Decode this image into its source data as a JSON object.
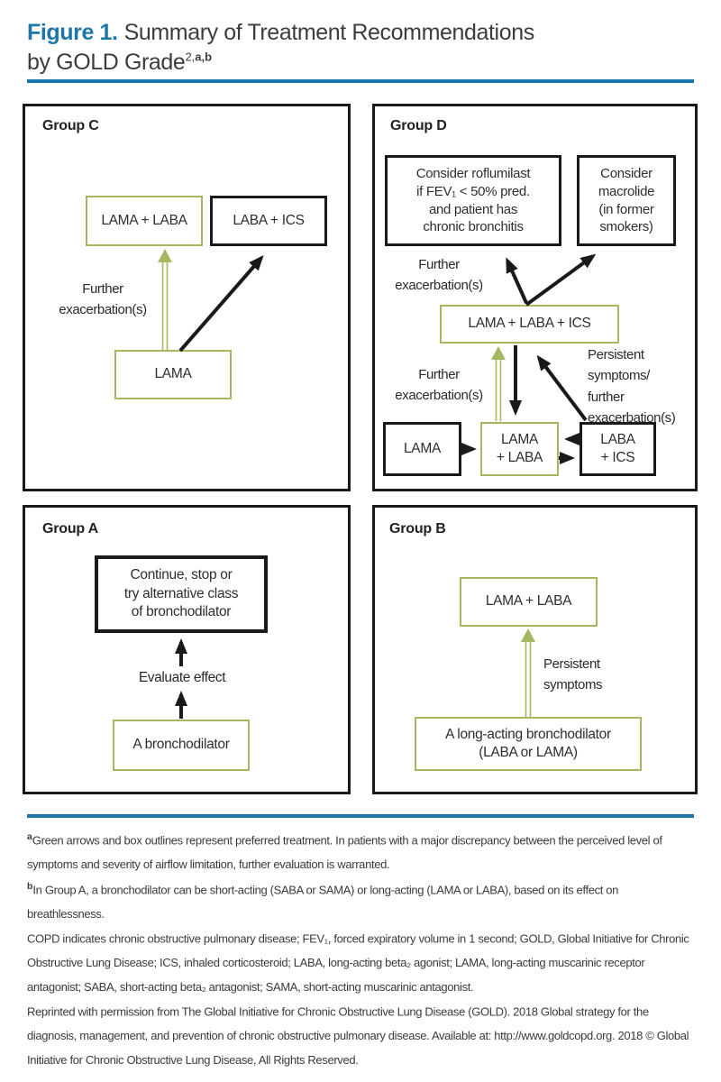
{
  "title": {
    "figure_label": "Figure 1.",
    "line1": "Summary of Treatment Recommendations",
    "line2": "by GOLD Grade",
    "sup_ref": "2,",
    "sup_notes": "a,b"
  },
  "colors": {
    "accent_blue": "#1d76a9",
    "preferred_green": "#a5b75f",
    "line_black": "#1a1a1a"
  },
  "panels": {
    "group_c": {
      "label": "Group C",
      "boxes": {
        "lama_laba": "LAMA + LABA",
        "laba_ics": "LABA + ICS",
        "lama": "LAMA"
      },
      "labels": {
        "further_exacerbations": "Further\nexacerbation(s)"
      }
    },
    "group_d": {
      "label": "Group D",
      "boxes": {
        "roflumilast": "Consider roflumilast\nif FEV₁ < 50% pred.\nand patient has\nchronic bronchitis",
        "macrolide": "Consider\nmacrolide\n(in former\nsmokers)",
        "lama_laba_ics": "LAMA + LABA + ICS",
        "lama": "LAMA",
        "lama_laba": "LAMA\n+ LABA",
        "laba_ics": "LABA\n+ ICS"
      },
      "labels": {
        "further_exacerbations_top": "Further\nexacerbation(s)",
        "further_exacerbations_bottom": "Further\nexacerbation(s)",
        "persistent_symptoms": "Persistent\nsymptoms/\nfurther\nexacerbation(s)"
      }
    },
    "group_a": {
      "label": "Group A",
      "boxes": {
        "continue_stop": "Continue, stop or\ntry alternative class\nof bronchodilator",
        "bronchodilator": "A bronchodilator"
      },
      "labels": {
        "evaluate_effect": "Evaluate effect"
      }
    },
    "group_b": {
      "label": "Group B",
      "boxes": {
        "lama_laba": "LAMA + LABA",
        "long_acting": "A long-acting bronchodilator\n(LABA or LAMA)"
      },
      "labels": {
        "persistent_symptoms": "Persistent\nsymptoms"
      }
    }
  },
  "footnotes": [
    {
      "marker": "a",
      "text": "Green arrows and box outlines represent preferred treatment. In patients with a major discrepancy between the perceived level of symptoms and severity of airflow limitation, further evaluation is warranted."
    },
    {
      "marker": "b",
      "text": "In Group A, a bronchodilator can be short-acting (SABA or SAMA) or long-acting (LAMA or LABA), based on its effect on breathlessness."
    },
    {
      "marker": "",
      "text": "COPD indicates chronic obstructive pulmonary disease; FEV₁, forced expiratory volume in 1 second; GOLD, Global Initiative for Chronic Obstructive Lung Disease; ICS, inhaled corticosteroid; LABA, long-acting beta₂ agonist; LAMA, long-acting muscarinic receptor antagonist; SABA, short-acting beta₂ antagonist; SAMA, short-acting muscarinic antagonist."
    },
    {
      "marker": "",
      "text": "Reprinted with permission from The Global Initiative for Chronic Obstructive Lung Disease (GOLD). 2018 Global strategy for the diagnosis, management, and prevention of chronic obstructive pulmonary disease. Available at: http://www.goldcopd.org. 2018 © Global Initiative for Chronic Obstructive Lung Disease, All Rights Reserved."
    }
  ]
}
